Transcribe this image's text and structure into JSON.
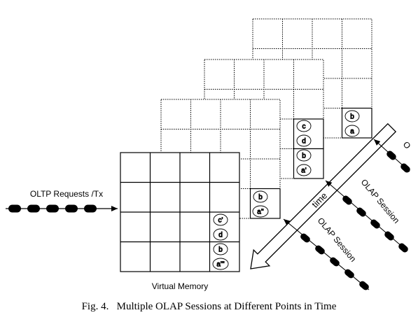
{
  "labels": {
    "oltp": "OLTP Requests /Tx",
    "virtual_memory": "Virtual Memory",
    "time": "time",
    "olap_session": "OLAP Session",
    "olap_session_cut": "O"
  },
  "caption": {
    "prefix": "Fig. 4.",
    "text": "Multiple OLAP Sessions at Different Points in Time"
  },
  "page_labels": {
    "main": [
      "c'",
      "d",
      "b",
      "a'''"
    ],
    "layer1": [
      "b",
      "a''"
    ],
    "layer2": [
      "c",
      "d",
      "b",
      "a'"
    ],
    "layer3": [
      "b",
      "a"
    ]
  }
}
